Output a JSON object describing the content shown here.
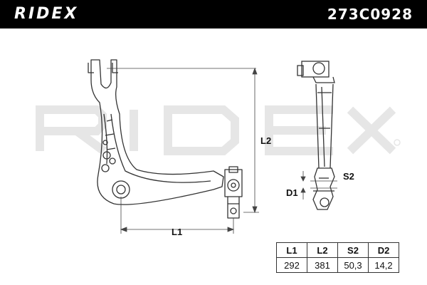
{
  "header": {
    "brand": "RIDEX",
    "part_number": "273C0928"
  },
  "watermark": {
    "text": "RIDEX"
  },
  "dimension_labels": {
    "l1": "L1",
    "l2": "L2",
    "s2": "S2",
    "d1": "D1"
  },
  "specs": {
    "headers": [
      "L1",
      "L2",
      "S2",
      "D2"
    ],
    "values": [
      "292",
      "381",
      "50,3",
      "14,2"
    ]
  }
}
